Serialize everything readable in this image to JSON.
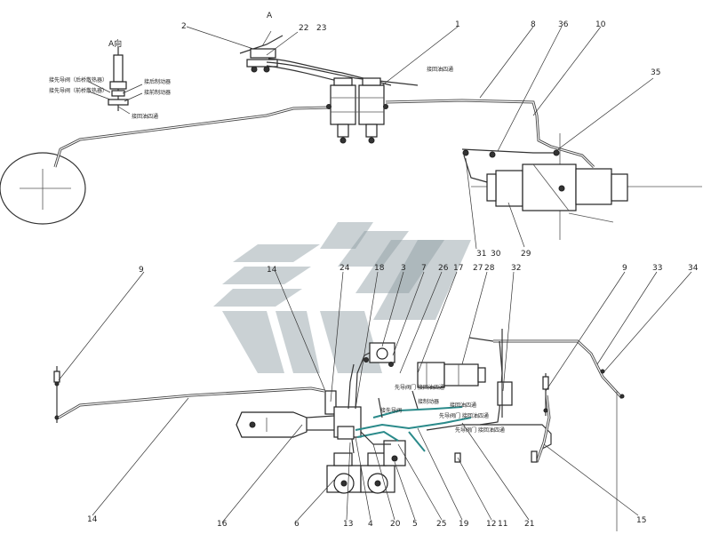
{
  "view_label": "A",
  "view_title": "A向",
  "notes": {
    "n1": "接先导阀（后桥散热器）",
    "n2": "接先导阀（前桥散热器）",
    "n3": "接后制动器",
    "n4": "接前制动器",
    "n5": "接回油四通",
    "n6": "接回油四通",
    "n7": "先导阀门 接回油四通",
    "n8": "接先导阀",
    "n9": "接回油四通",
    "n10": "先导阀门 接回油四通",
    "n11": "先导阀门 接回油四通",
    "n12": "接制动器"
  },
  "callouts": [
    "2",
    "22",
    "23",
    "1",
    "8",
    "36",
    "10",
    "35",
    "31",
    "30",
    "29",
    "9",
    "24",
    "18",
    "3",
    "7",
    "26",
    "17",
    "27",
    "28",
    "32",
    "9",
    "33",
    "34",
    "14",
    "16",
    "6",
    "13",
    "4",
    "20",
    "5",
    "25",
    "19",
    "12",
    "11",
    "21",
    "15"
  ]
}
